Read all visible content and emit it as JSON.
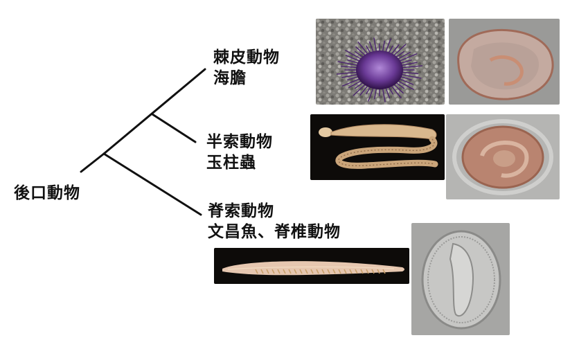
{
  "root": {
    "label": "後口動物"
  },
  "groups": [
    {
      "id": "echinoderm",
      "line1": "棘皮動物",
      "line2": "海膽"
    },
    {
      "id": "hemichordate",
      "line1": "半索動物",
      "line2": "玉柱蟲"
    },
    {
      "id": "chordate",
      "line1": "脊索動物",
      "line2": "文昌魚、脊椎動物"
    }
  ],
  "colors": {
    "line": "#111111",
    "urchin": "#6a3a96",
    "embryo": "#c98e74",
    "photo_bg_dark": "#0d0b09"
  }
}
